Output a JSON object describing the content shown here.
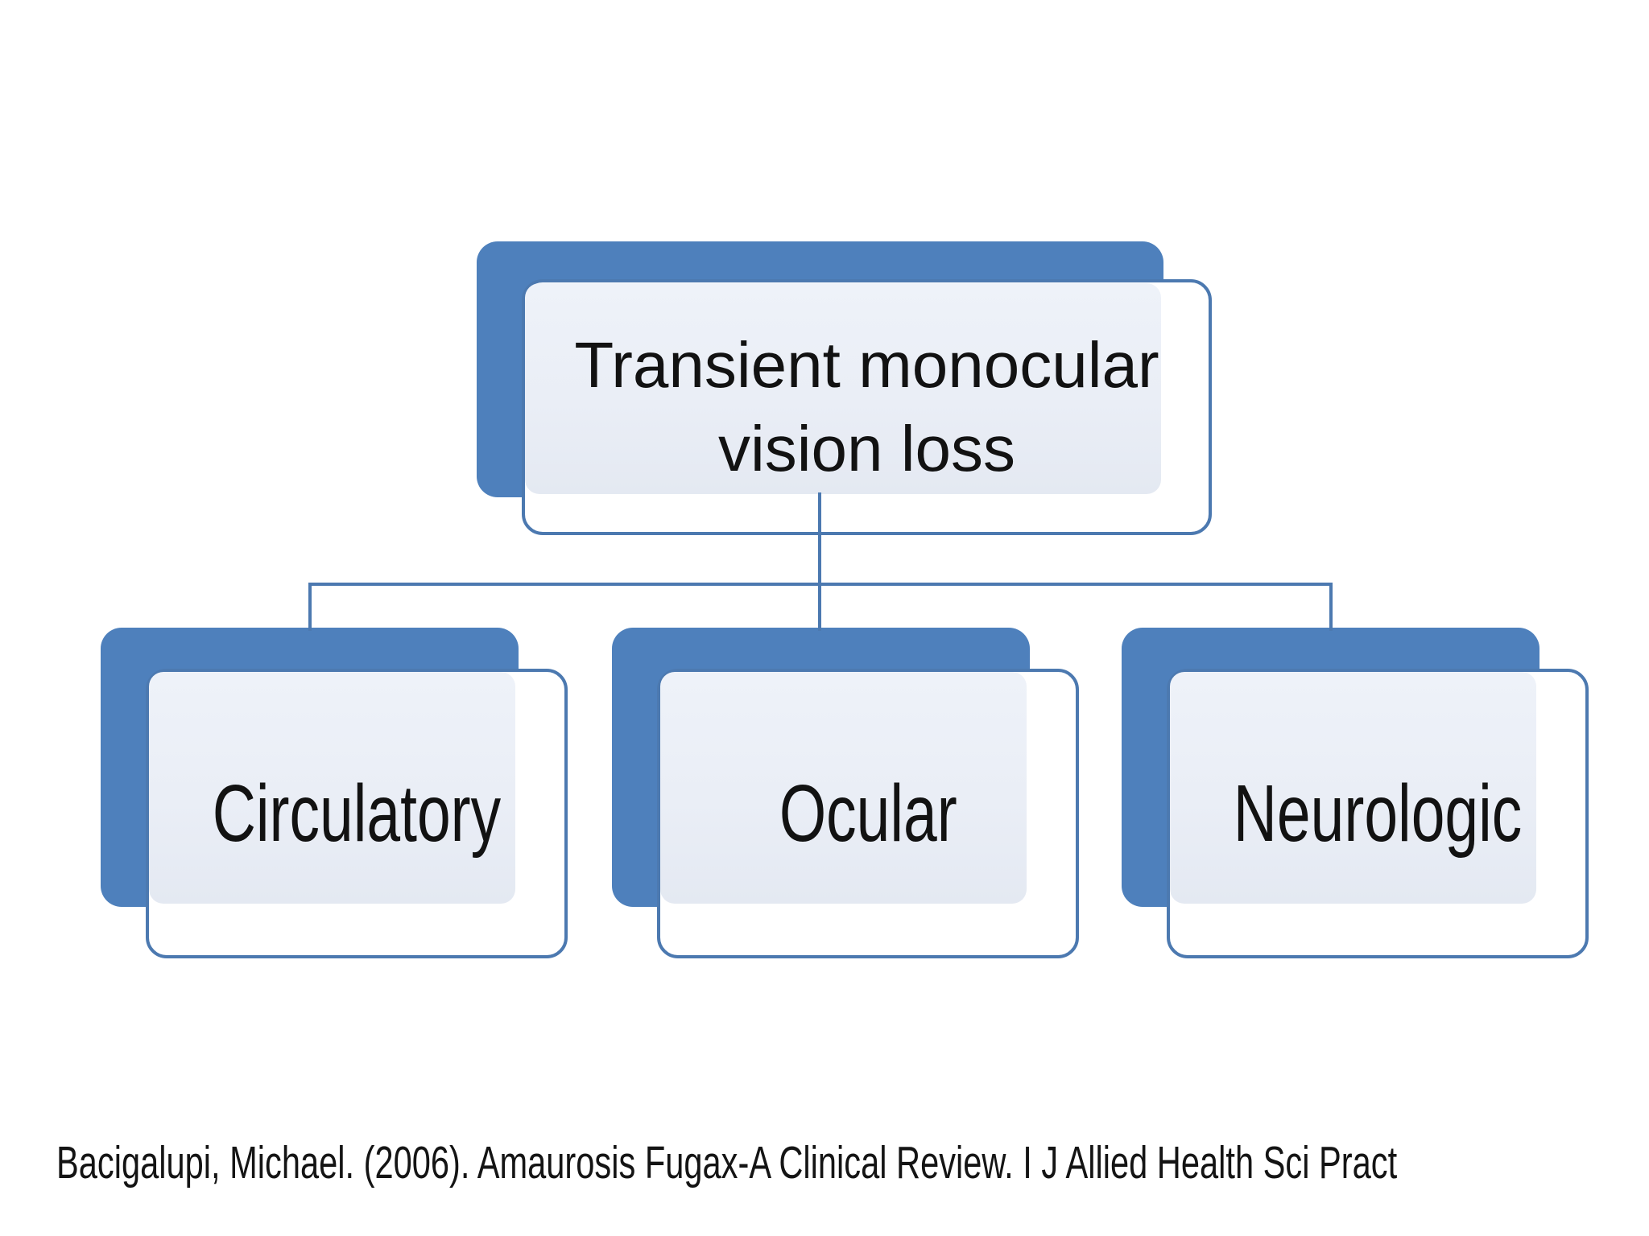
{
  "slide": {
    "background_color": "#FFFFFF",
    "citation": "Bacigalupi, Michael. (2006). Amaurosis Fugax-A Clinical Review. I J Allied Health Sci Pract"
  },
  "diagram": {
    "type": "hierarchy",
    "root": {
      "label": "Transient monocular vision loss"
    },
    "children": [
      {
        "label": "Circulatory"
      },
      {
        "label": "Ocular"
      },
      {
        "label": "Neurologic"
      }
    ],
    "colors": {
      "accent_fill": "#4E80BC",
      "outline_stroke": "#4C79B0",
      "panel_fill": "#EAEEF6",
      "text": "#121212"
    }
  }
}
